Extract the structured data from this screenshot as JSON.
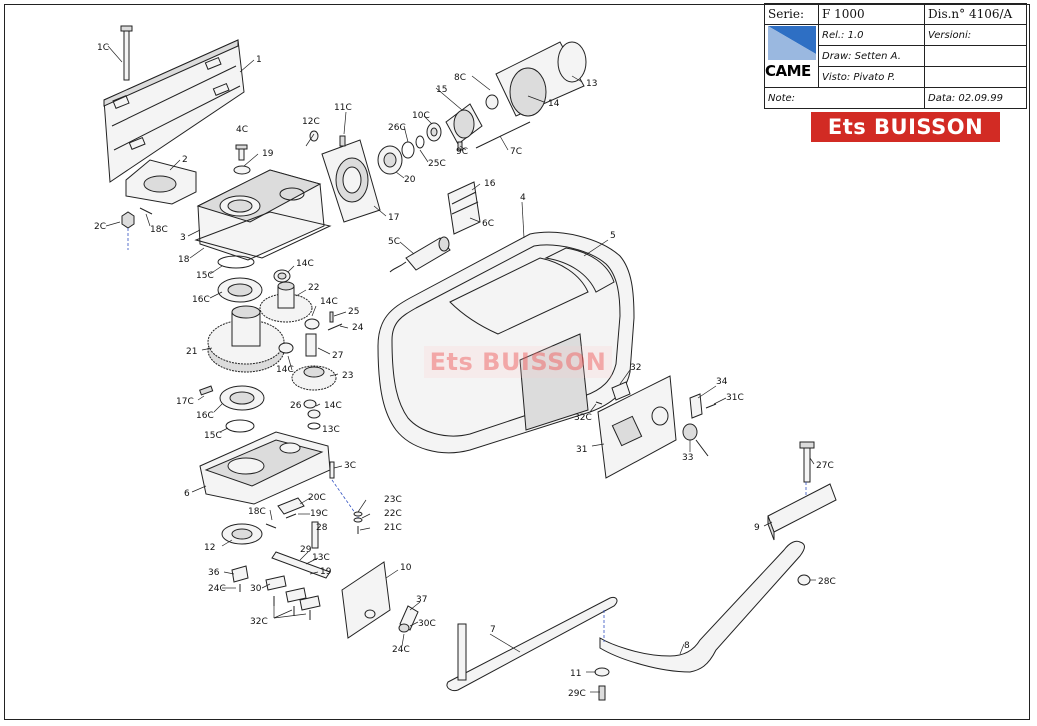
{
  "title_block": {
    "serie_label": "Serie:",
    "serie_value": "F 1000",
    "drawing_no": "Dis.n° 4106/A",
    "rel": "Rel.: 1.0",
    "versioni": "Versioni:",
    "draw": "Draw: Setten A.",
    "visto": "Visto: Pivato P.",
    "note": "Note:",
    "data": "Data: 02.09.99",
    "brand": "CAME",
    "brand_color": "#2e6fc4"
  },
  "dealer": {
    "name": "Ets BUISSON",
    "badge_color": "#d22b24",
    "watermark": "Ets BUISSON"
  },
  "part_labels": {
    "p1C": "1C",
    "p1": "1",
    "p2": "2",
    "p2C": "2C",
    "p18C_a": "18C",
    "p3": "3",
    "p4C": "4C",
    "p19_a": "19",
    "p12C": "12C",
    "p11C": "11C",
    "p18": "18",
    "p15C_a": "15C",
    "p16C_a": "16C",
    "p14C_a": "14C",
    "p22": "22",
    "p14C_b": "14C",
    "p25": "25",
    "p24": "24",
    "p21": "21",
    "p27": "27",
    "p14C_c": "14C",
    "p23": "23",
    "p17C": "17C",
    "p16C_b": "16C",
    "p26": "26",
    "p14C_d": "14C",
    "p13C_a": "13C",
    "p15C_b": "15C",
    "p6": "6",
    "p3C": "3C",
    "p20C": "20C",
    "p8C": "8C",
    "p13": "13",
    "p15": "15",
    "p14": "14",
    "p10C": "10C",
    "p26C": "26C",
    "p25C": "25C",
    "p9C": "9C",
    "p7C": "7C",
    "p20": "20",
    "p17": "17",
    "p16": "16",
    "p6C": "6C",
    "p4": "4",
    "p5C": "5C",
    "p5": "5",
    "p32": "32",
    "p32C": "32C",
    "p31": "31",
    "p34": "34",
    "p31C": "31C",
    "p33": "33",
    "p27C": "27C",
    "p9": "9",
    "p28C": "28C",
    "p18C_b": "18C",
    "p19C": "19C",
    "p28": "28",
    "p23C": "23C",
    "p22C": "22C",
    "p21C": "21C",
    "p12": "12",
    "p29": "29",
    "p13C_b": "13C",
    "p19_b": "19",
    "p36": "36",
    "p24C_a": "24C",
    "p30": "30",
    "p32C_b": "32C",
    "p10": "10",
    "p37": "37",
    "p30C": "30C",
    "p24C_b": "24C",
    "p7": "7",
    "p8": "8",
    "p11": "11",
    "p29C": "29C"
  }
}
